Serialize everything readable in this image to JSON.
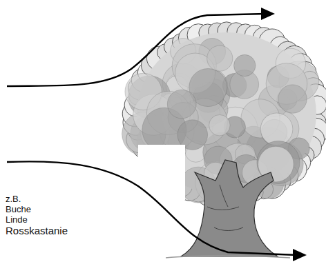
{
  "diagram": {
    "labels": [
      "z.B.",
      "Buche",
      "Linde",
      "Rosskastanie"
    ]
  }
}
